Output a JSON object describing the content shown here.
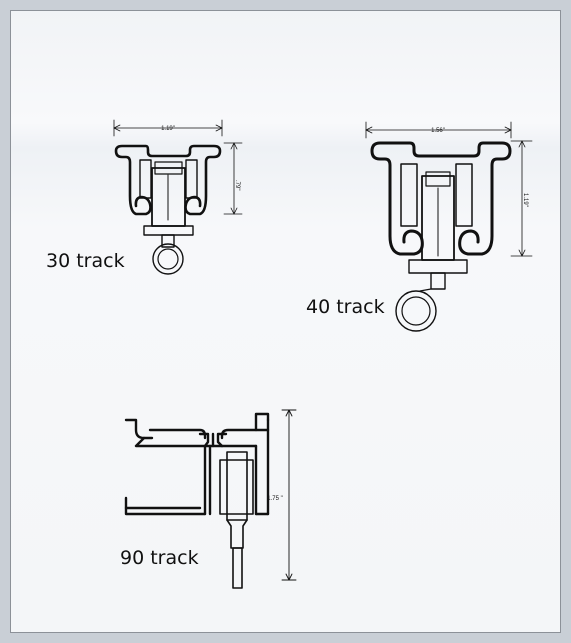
{
  "diagrams": {
    "track30": {
      "name": "30 track",
      "width_label": "1.19\"",
      "height_label": ".79\""
    },
    "track40": {
      "name": "40 track",
      "width_label": "1.56\"",
      "height_label": "1.19\""
    },
    "track90": {
      "name": "90 track",
      "height_label": "1.75 \""
    }
  },
  "colors": {
    "line": "#111111",
    "background": "#f4f6f8",
    "frame": "#8c9198"
  }
}
